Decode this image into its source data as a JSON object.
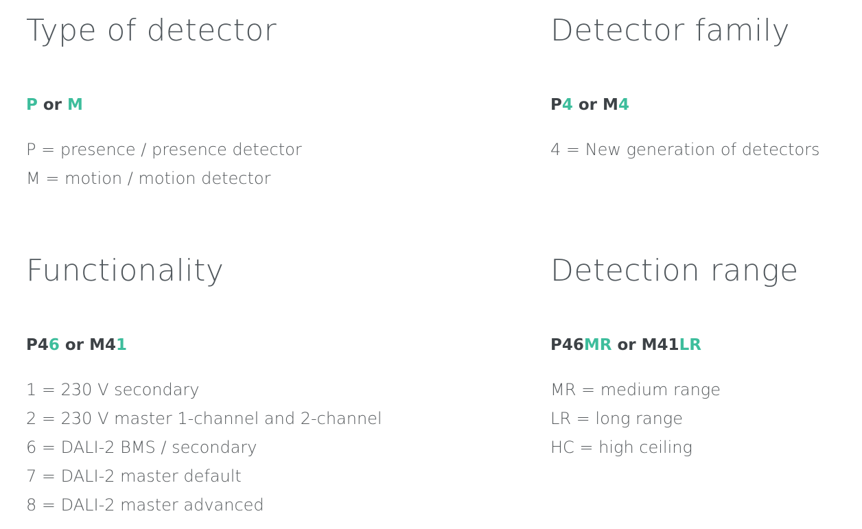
{
  "accent_color": "#3dbd9c",
  "sections": [
    {
      "title": "Type of detector",
      "code": [
        {
          "t": "P",
          "hl": true
        },
        {
          "t": " or ",
          "hl": false
        },
        {
          "t": "M",
          "hl": true
        }
      ],
      "items": [
        "P = presence / presence detector",
        "M = motion / motion detector"
      ]
    },
    {
      "title": "Detector family",
      "code": [
        {
          "t": "P",
          "hl": false
        },
        {
          "t": "4",
          "hl": true
        },
        {
          "t": " or ",
          "hl": false
        },
        {
          "t": "M",
          "hl": false
        },
        {
          "t": "4",
          "hl": true
        }
      ],
      "items": [
        "4 = New generation of detectors"
      ]
    },
    {
      "title": "Functionality",
      "code": [
        {
          "t": "P4",
          "hl": false
        },
        {
          "t": "6",
          "hl": true
        },
        {
          "t": " or ",
          "hl": false
        },
        {
          "t": "M4",
          "hl": false
        },
        {
          "t": "1",
          "hl": true
        }
      ],
      "items": [
        "1 = 230 V secondary",
        "2 = 230 V master 1-channel and 2-channel",
        "6 = DALI-2 BMS / secondary",
        "7 = DALI-2 master default",
        "8 = DALI-2 master advanced"
      ]
    },
    {
      "title": "Detection range",
      "code": [
        {
          "t": "P46",
          "hl": false
        },
        {
          "t": "MR",
          "hl": true
        },
        {
          "t": " or ",
          "hl": false
        },
        {
          "t": "M41",
          "hl": false
        },
        {
          "t": "LR",
          "hl": true
        }
      ],
      "items": [
        "MR = medium range",
        "LR = long range",
        "HC = high ceiling"
      ]
    }
  ]
}
